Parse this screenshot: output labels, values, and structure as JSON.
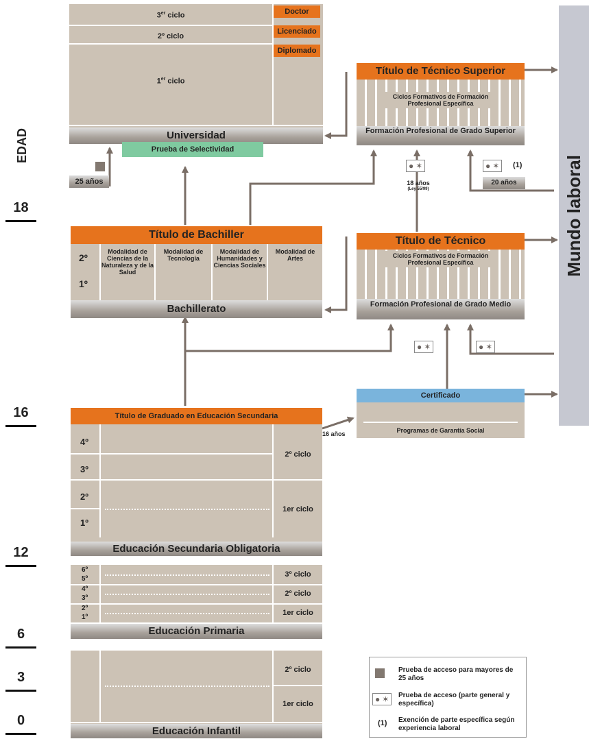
{
  "age_axis": {
    "title": "EDAD",
    "ages": [
      "18",
      "16",
      "12",
      "6",
      "3",
      "0"
    ]
  },
  "mundo_laboral": "Mundo laboral",
  "universidad": {
    "ciclos": [
      {
        "base": "3",
        "sup": "er",
        "rest": " ciclo"
      },
      {
        "base": "2º ciclo",
        "sup": "",
        "rest": ""
      },
      {
        "base": "1",
        "sup": "er",
        "rest": " ciclo"
      }
    ],
    "titles": [
      "Doctor",
      "Licenciado",
      "Diplomado"
    ],
    "label": "Universidad",
    "prueba": "Prueba de Selectividad",
    "mayores": "25 años"
  },
  "tecnico_superior": {
    "title": "Título de Técnico Superior",
    "ciclos": "Ciclos Formativos de Formación Profesional Específica",
    "label": "Formación Profesional de Grado Superior",
    "note": "(1)",
    "age20": "20 años",
    "age18": "18 años",
    "ley": "(Ley 55/99)"
  },
  "bachiller": {
    "title": "Título de Bachiller",
    "years": [
      "2º",
      "1º"
    ],
    "modalidades": [
      "Modalidad de Ciencias de la Naturaleza y de la Salud",
      "Modalidad de Tecnología",
      "Modalidad de Humanidades y Ciencias Sociales",
      "Modalidad de Artes"
    ],
    "label": "Bachillerato"
  },
  "tecnico": {
    "title": "Título de Técnico",
    "ciclos": "Ciclos Formativos de Formación Profesional Específica",
    "label": "Formación Profesional de Grado Medio"
  },
  "garantia": {
    "title": "Certificado",
    "label": "Programas de Garantía Social",
    "age": "16 años"
  },
  "eso": {
    "title": "Título de Graduado en Educación Secundaria",
    "years": [
      "4º",
      "3º",
      "2º",
      "1º"
    ],
    "ciclos": [
      "2º ciclo",
      "1er ciclo"
    ],
    "label": "Educación Secundaria Obligatoria"
  },
  "primaria": {
    "years": [
      "6º",
      "5º",
      "4º",
      "3º",
      "2º",
      "1º"
    ],
    "ciclos": [
      "3º ciclo",
      "2º ciclo",
      "1er ciclo"
    ],
    "label": "Educación Primaria"
  },
  "infantil": {
    "ciclos": [
      "2º ciclo",
      "1er ciclo"
    ],
    "label": "Educación Infantil"
  },
  "legend": [
    {
      "text": "Prueba de acceso para mayores de 25 años"
    },
    {
      "text": "Prueba de acceso (parte general y específica)"
    },
    {
      "key": "(1)",
      "text": "Exención de parte específica según experiencia laboral"
    }
  ],
  "colors": {
    "orange": "#e6731d",
    "beige": "#ccc2b5",
    "green": "#7fcaa0",
    "blue": "#7ab4dc",
    "arrow": "#7a6e66",
    "mundo": "#c6c8d1"
  }
}
